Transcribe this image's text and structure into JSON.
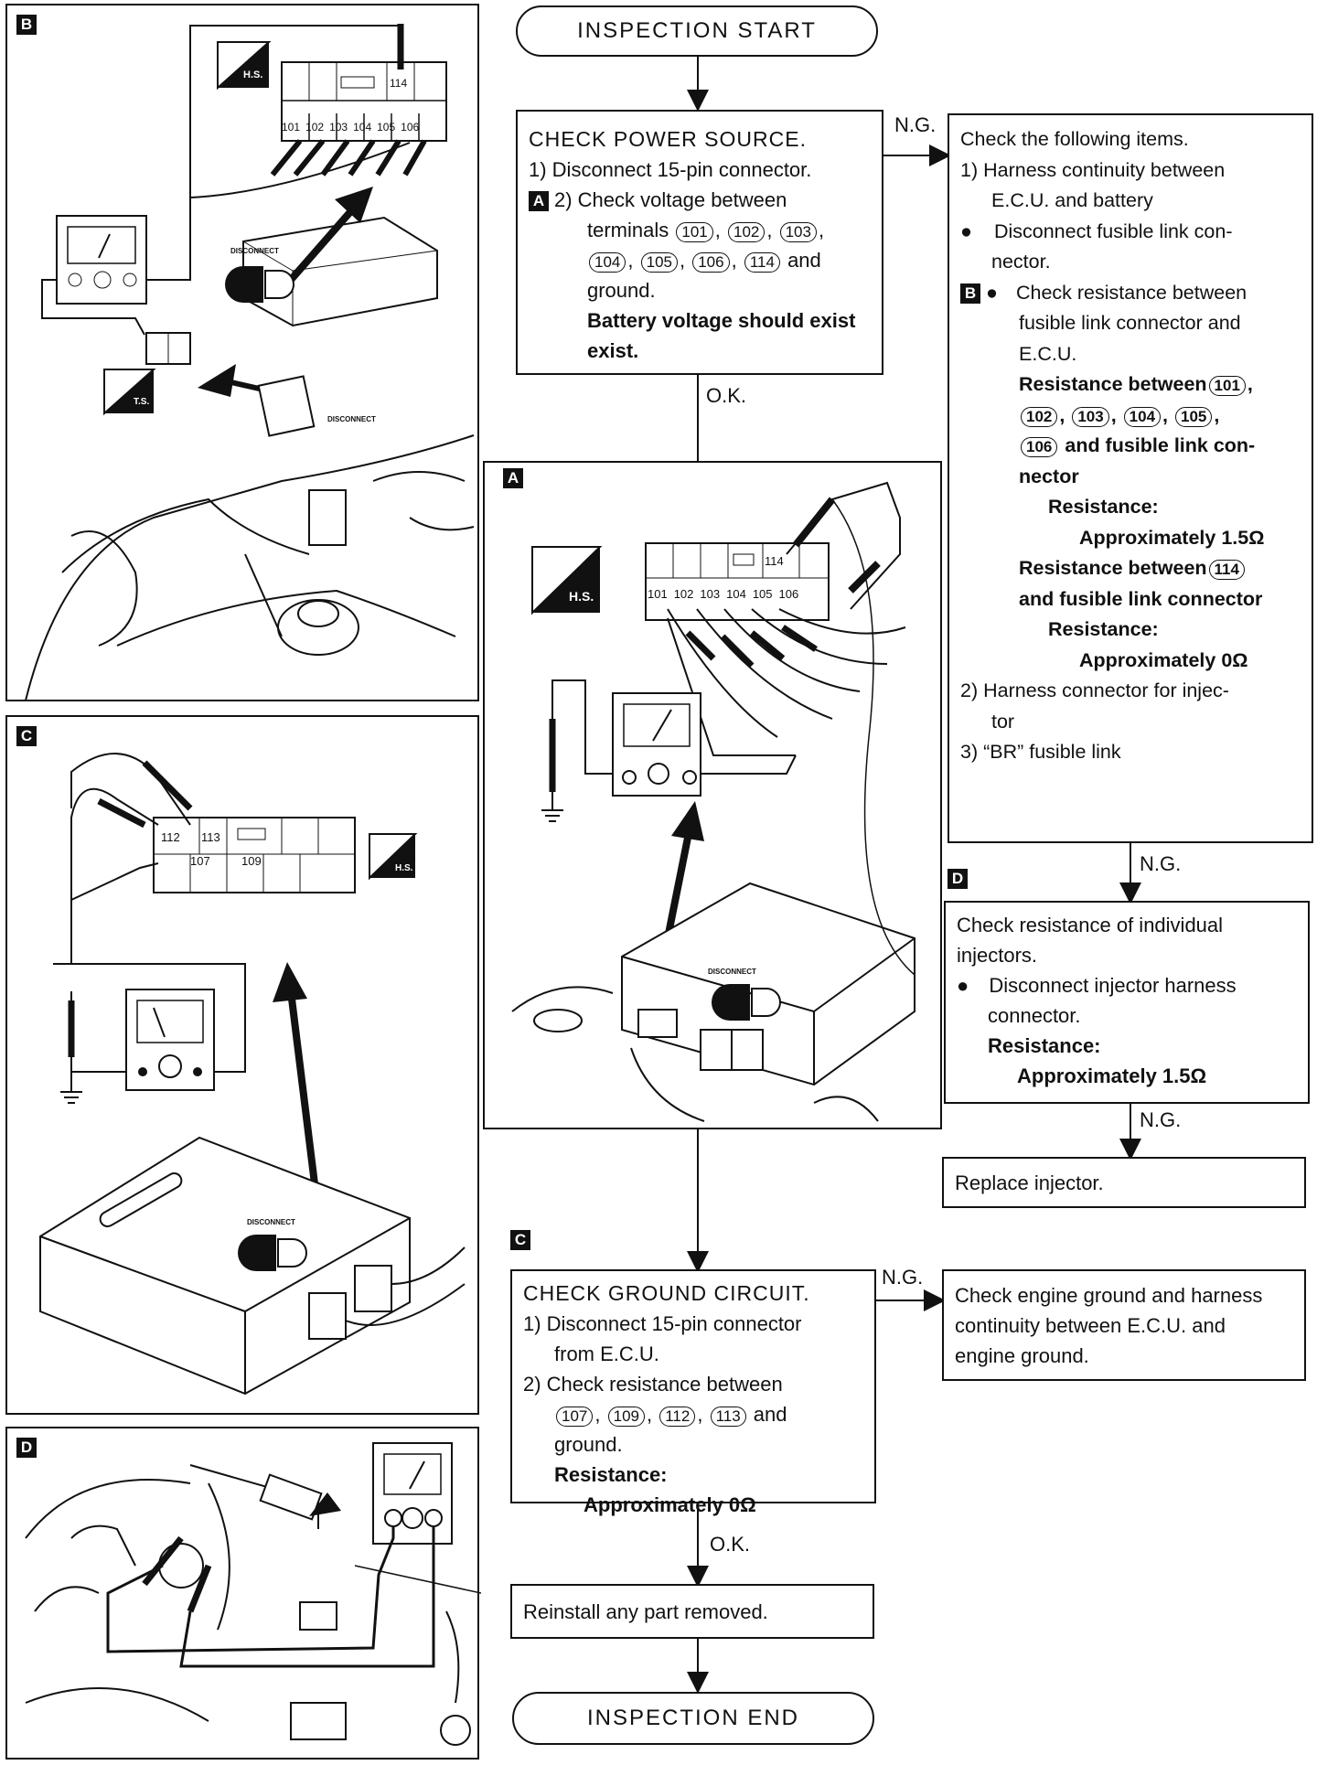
{
  "panels": {
    "A": {
      "tag": "A",
      "symbol": "H.S.",
      "terminals_top": [
        "114"
      ],
      "terminals_bottom": [
        "101",
        "102",
        "103",
        "104",
        "105",
        "106"
      ],
      "disconnect": "DISCONNECT"
    },
    "B": {
      "tag": "B",
      "symbol_hs": "H.S.",
      "symbol_ts": "T.S.",
      "terminals_top": [
        "114"
      ],
      "terminals_bottom": [
        "101",
        "102",
        "103",
        "104",
        "105",
        "106"
      ],
      "disconnect_1": "DISCONNECT",
      "disconnect_2": "DISCONNECT"
    },
    "C": {
      "tag": "C",
      "symbol": "H.S.",
      "terminals_row1": [
        "112",
        "113"
      ],
      "terminals_row2": [
        "107",
        "109"
      ],
      "disconnect": "DISCONNECT"
    },
    "D": {
      "tag": "D"
    }
  },
  "flow": {
    "start": "INSPECTION START",
    "end": "INSPECTION END",
    "power": {
      "title": "CHECK POWER SOURCE.",
      "step1": "1) Disconnect 15-pin connector.",
      "tag": "A",
      "step2": "2) Check voltage between",
      "step2b": "terminals",
      "t": [
        "101",
        "102",
        "103",
        "104",
        "105",
        "106",
        "114"
      ],
      "and": "and",
      "ground": "ground.",
      "result1": "Battery voltage should exist",
      "result2": "exist."
    },
    "ng_label": "N.G.",
    "ok_label": "O.K.",
    "items": {
      "title": "Check the following items.",
      "i1a": "1) Harness continuity between",
      "i1b": "E.C.U. and battery",
      "bullet1a": "Disconnect fusible link con-",
      "bullet1b": "nector.",
      "tag": "B",
      "bullet2a": "Check resistance between",
      "bullet2b": "fusible link connector and",
      "bullet2c": "E.C.U.",
      "rb1": "Resistance between",
      "rb1_and": "and fusible link con-",
      "rb1_end": "nector",
      "res_label": "Resistance:",
      "res_val1": "Approximately 1.5Ω",
      "rb2": "Resistance between",
      "rb2_end": "and fusible link connector",
      "res_val2": "Approximately 0Ω",
      "i2a": "2) Harness connector for injec-",
      "i2b": "tor",
      "i3": "3) “BR” fusible link"
    },
    "injector": {
      "tag": "D",
      "l1": "Check resistance of individual",
      "l2": "injectors.",
      "bullet1": "Disconnect injector harness",
      "bullet2": "connector.",
      "res_label": "Resistance:",
      "res_val": "Approximately 1.5Ω"
    },
    "replace": "Replace injector.",
    "ground": {
      "tag": "C",
      "title": "CHECK GROUND CIRCUIT.",
      "s1a": "1) Disconnect 15-pin connector",
      "s1b": "from E.C.U.",
      "s2a": "2) Check resistance between",
      "t": [
        "107",
        "109",
        "112",
        "113"
      ],
      "and": "and",
      "ground": "ground.",
      "res_label": "Resistance:",
      "res_val": "Approximately 0Ω"
    },
    "engine_ground": {
      "l1": "Check engine ground and harness",
      "l2": "continuity between E.C.U. and",
      "l3": "engine ground."
    },
    "reinstall": "Reinstall any part removed."
  },
  "colors": {
    "ink": "#111111",
    "paper": "#ffffff"
  }
}
